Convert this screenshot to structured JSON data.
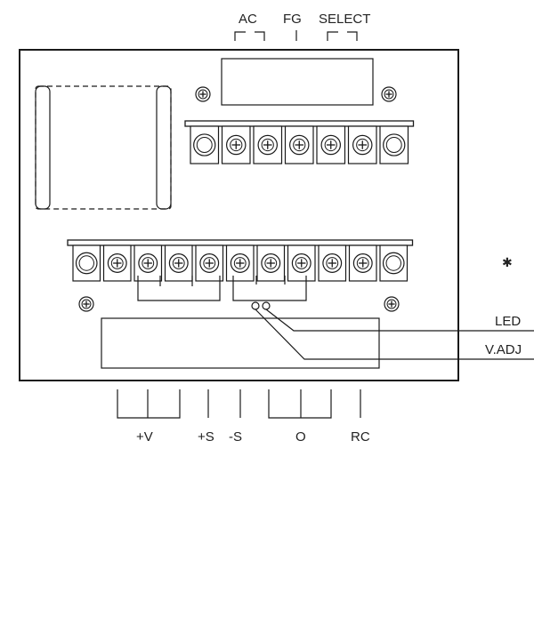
{
  "top_labels": {
    "ac": "AC",
    "fg": "FG",
    "select": "SELECT"
  },
  "bottom_labels": {
    "plus_v": "+V",
    "plus_s": "+S",
    "minus_s": "-S",
    "o": "O",
    "rc": "RC"
  },
  "side_labels": {
    "led": "LED",
    "vadj": "V.ADJ"
  },
  "colors": {
    "line": "#1a1a1a",
    "board_fill": "#ffffff",
    "text": "#222222"
  },
  "upper_terminal_block": {
    "terminals": [
      "round",
      "screw",
      "screw",
      "screw",
      "screw",
      "screw",
      "round"
    ]
  },
  "lower_terminal_block": {
    "terminals": [
      "round",
      "screw",
      "screw",
      "screw",
      "screw",
      "screw",
      "screw",
      "screw",
      "screw",
      "screw",
      "round"
    ]
  }
}
